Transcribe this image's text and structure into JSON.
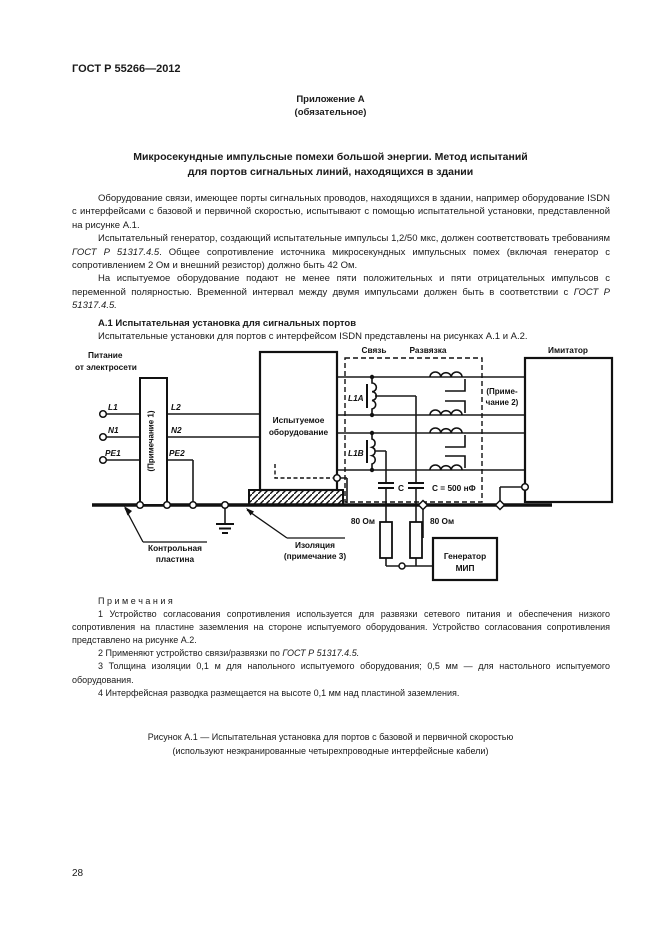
{
  "page": {
    "header": "ГОСТ Р 55266—2012",
    "page_number": "28"
  },
  "appendix": {
    "label": "Приложение А",
    "kind": "(обязательное)"
  },
  "title": {
    "line1": "Микросекундные импульсные помехи большой энергии. Метод испытаний",
    "line2": "для портов сигнальных линий, находящихся в здании"
  },
  "paragraphs": {
    "p1": "Оборудование связи, имеющее порты сигнальных проводов, находящихся в здании, например оборудование ISDN с интерфейсами с базовой и первичной скоростью, испытывают с помощью испытательной установки, представленной на рисунке А.1.",
    "p2_start": "Испытательный генератор, создающий испытательные импульсы 1,2/50 мкс, должен соответствовать требованиям ",
    "p2_ref": "ГОСТ Р 51317.4.5",
    "p2_end": ". Общее сопротивление источника микросекундных импульсных помех (включая генератор с сопротивлением 2 Ом и внешний резистор) должно быть 42 Ом.",
    "p3_start": "На испытуемое оборудование подают не менее пяти положительных и пяти отрицательных импульсов с переменной полярностью. Временной интервал между двумя импульсами должен быть в соответствии с ",
    "p3_ref": "ГОСТ Р 51317.4.5."
  },
  "section": {
    "heading": "А.1 Испытательная установка для сигнальных портов",
    "intro": "Испытательные установки для портов с интерфейсом ISDN представлены на рисунках А.1 и А.2."
  },
  "diagram": {
    "power_line1": "Питание",
    "power_line2": "от электросети",
    "l1": "L1",
    "n1": "N1",
    "pe1": "PE1",
    "l2": "L2",
    "n2": "N2",
    "pe2": "PE2",
    "matching_box": "(Примечание 1)",
    "eut_line1": "Испытуемое",
    "eut_line2": "оборудование",
    "coupling": "Связь",
    "decoupling": "Развязка",
    "simulator": "Имитатор",
    "l1a": "L1A",
    "l1b": "L1B",
    "note2_line1": "(Приме-",
    "note2_line2": "чание 2)",
    "cap_letter": "С",
    "cap_value": "С = 500 нФ",
    "res_left": "80 Ом",
    "res_right": "80 Ом",
    "gen_line1": "Генератор",
    "gen_line2": "МИП",
    "plate_line1": "Контрольная",
    "plate_line2": "пластина",
    "insul_line1": "Изоляция",
    "insul_line2": "(примечание 3)"
  },
  "notes": {
    "heading": "П р и м е ч а н и я",
    "note1": "1 Устройство согласования сопротивления используется для развязки сетевого питания и обеспечения низкого сопротивления на пластине заземления на стороне испытуемого оборудования. Устройство согласования сопротивления представлено на рисунке А.2.",
    "note2_start": "2 Применяют устройство связи/развязки по ",
    "note2_ref": "ГОСТ Р 51317.4.5.",
    "note3": "3 Толщина изоляции 0,1 м для напольного испытуемого оборудования; 0,5 мм — для настольного испытуемого оборудования.",
    "note4": "4 Интерфейсная разводка размещается на высоте 0,1 мм над пластиной заземления."
  },
  "caption": {
    "line1": "Рисунок А.1 — Испытательная установка для портов с базовой и первичной скоростью",
    "line2": "(используют неэкранированные четырехпроводные интерфейсные кабели)"
  }
}
